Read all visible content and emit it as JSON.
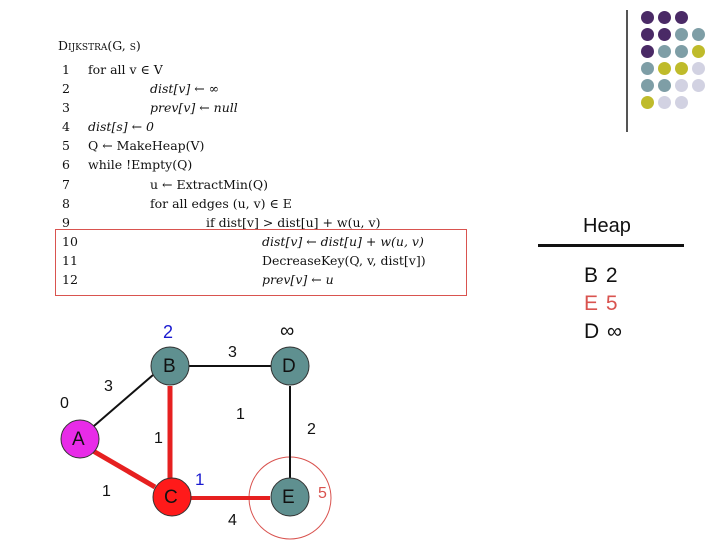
{
  "colors": {
    "purple": "#4a2a66",
    "teal": "#7e9ea6",
    "olive": "#bfbb2b",
    "lavender": "#d2d2e2",
    "node_teal": "#5f9090",
    "node_magenta": "#e82be8",
    "node_red": "#ff1a1a",
    "edge_red": "#e62020",
    "highlight_red": "#d9534f",
    "blue": "#1a1ad0"
  },
  "pseudocode": {
    "title": "Dijkstra(G, s)",
    "lines": [
      {
        "num": "1",
        "text": "for all v ∈ V"
      },
      {
        "num": "2",
        "text": "dist[v] ← ∞"
      },
      {
        "num": "3",
        "text": "prev[v] ← null"
      },
      {
        "num": "4",
        "text": "dist[s] ← 0"
      },
      {
        "num": "5",
        "text": "Q ← MakeHeap(V)"
      },
      {
        "num": "6",
        "text": "while !Empty(Q)"
      },
      {
        "num": "7",
        "text": "u ← ExtractMin(Q)"
      },
      {
        "num": "8",
        "text": "for all edges (u, v) ∈ E"
      },
      {
        "num": "9",
        "text": "if dist[v] > dist[u] + w(u, v)"
      },
      {
        "num": "10",
        "text": "dist[v] ← dist[u] + w(u, v)"
      },
      {
        "num": "11",
        "text": "DecreaseKey(Q, v, dist[v])"
      },
      {
        "num": "12",
        "text": "prev[v] ← u"
      }
    ]
  },
  "heap": {
    "title": "Heap",
    "entries": [
      {
        "text": "B 2",
        "color": "#111111"
      },
      {
        "text": "E 5",
        "color": "#d9534f"
      },
      {
        "text": "D ∞",
        "color": "#111111"
      }
    ]
  },
  "graph": {
    "nodes": [
      {
        "id": "A",
        "label": "A",
        "dist": "0"
      },
      {
        "id": "B",
        "label": "B",
        "dist": "2"
      },
      {
        "id": "C",
        "label": "C",
        "dist": ""
      },
      {
        "id": "D",
        "label": "D",
        "dist": "∞"
      },
      {
        "id": "E",
        "label": "E",
        "dist": "5"
      }
    ],
    "edge_weights": {
      "A_B": "3",
      "A_C": "1",
      "B_C": "1",
      "B_D": "3",
      "C_E": "4",
      "C_E_update": "1",
      "D_E": "2"
    }
  }
}
